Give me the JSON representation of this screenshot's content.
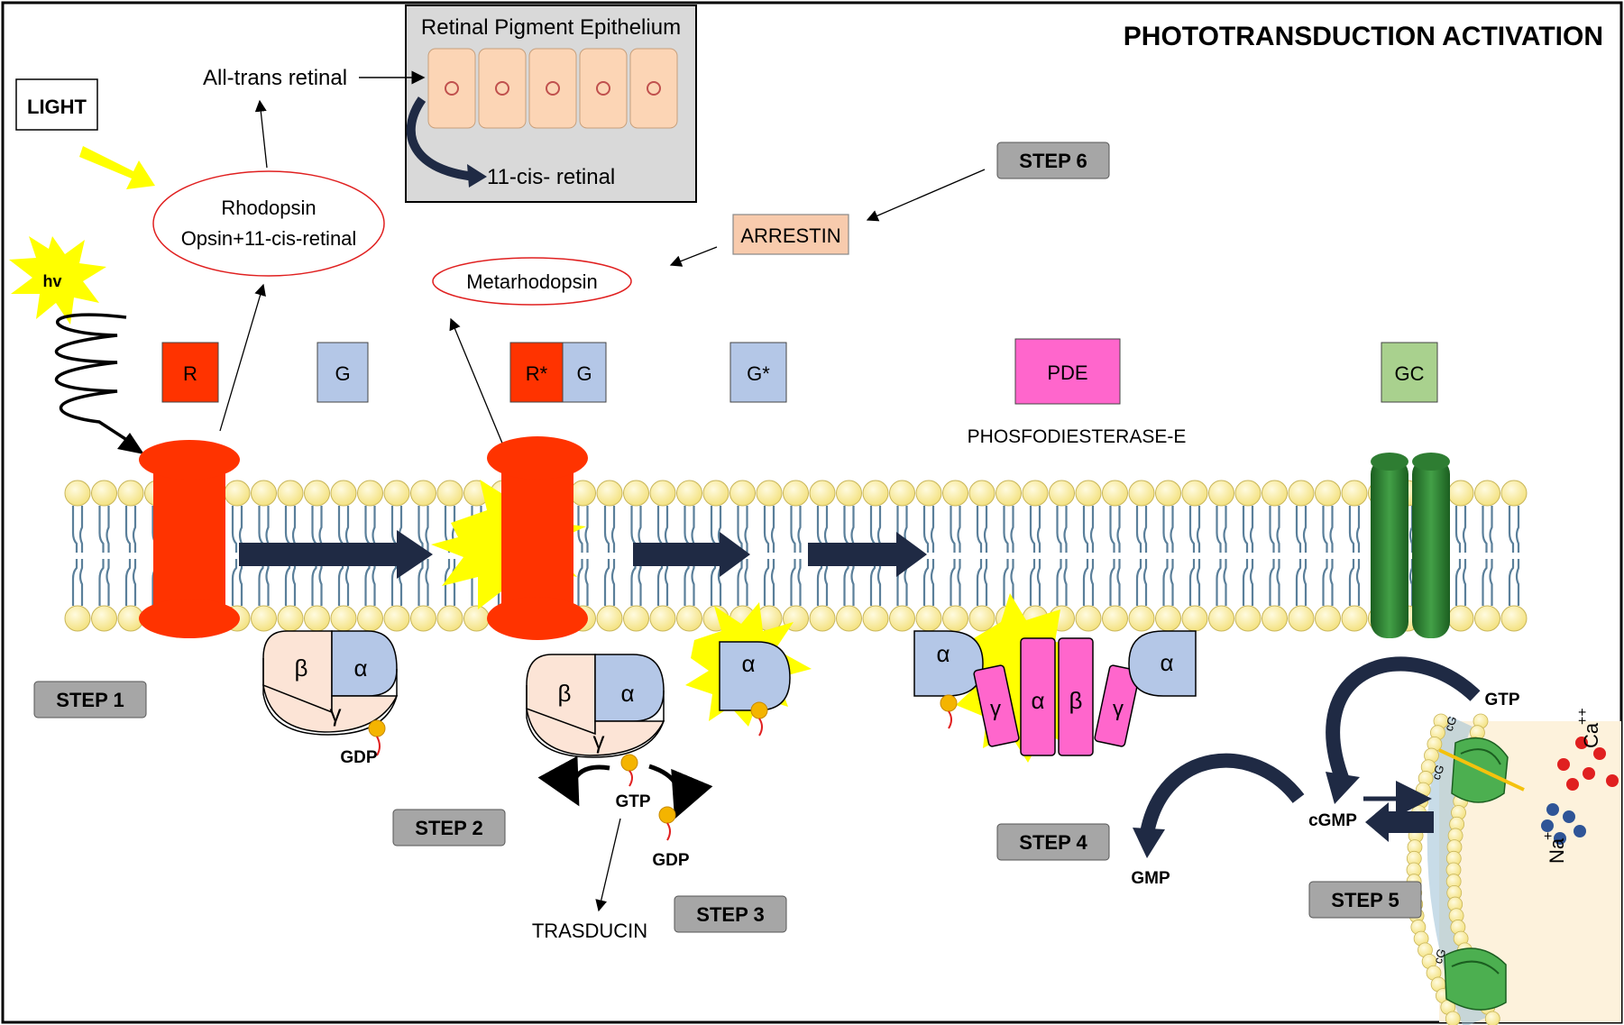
{
  "title": "PHOTOTRANSDUCTION ACTIVATION",
  "light_label": "LIGHT",
  "hv_label": "hv",
  "rpe": {
    "title": "Retinal Pigment Epithelium",
    "cis_label": "11-cis- retinal"
  },
  "all_trans_label": "All-trans retinal",
  "rhodopsin": {
    "line1": "Rhodopsin",
    "line2": "Opsin+11-cis-retinal"
  },
  "metarhodopsin": "Metarhodopsin",
  "arrestin": "ARRESTIN",
  "legend": {
    "r": "R",
    "g": "G",
    "r_star": "R*",
    "g_in_pair": "G",
    "g_star": "G*",
    "pde": "PDE",
    "gc": "GC"
  },
  "pde_full": "PHOSFODIESTERASE-E",
  "subunits": {
    "alpha": "α",
    "beta": "β",
    "gamma": "γ"
  },
  "molecules": {
    "gdp": "GDP",
    "gtp": "GTP",
    "cgmp": "cGMP",
    "gmp": "GMP",
    "cg": "cG",
    "na": "Na",
    "na_charge": "+",
    "ca": "Ca",
    "ca_charge": "++"
  },
  "trasducin": "TRASDUCIN",
  "steps": {
    "s1": "STEP 1",
    "s2": "STEP 2",
    "s3": "STEP 3",
    "s4": "STEP 4",
    "s5": "STEP 5",
    "s6": "STEP 6"
  },
  "colors": {
    "receptor_red": "#ff3300",
    "g_blue": "#b4c7e7",
    "pde_pink": "#ff66cc",
    "gc_green": "#a9d18e",
    "arrestin_peach": "#f8cbad",
    "lipid_yellow": "#fff2a8",
    "arrow_navy": "#1f2a44",
    "step_gray": "#a6a6a6",
    "channel_green": "#2e7d32"
  }
}
